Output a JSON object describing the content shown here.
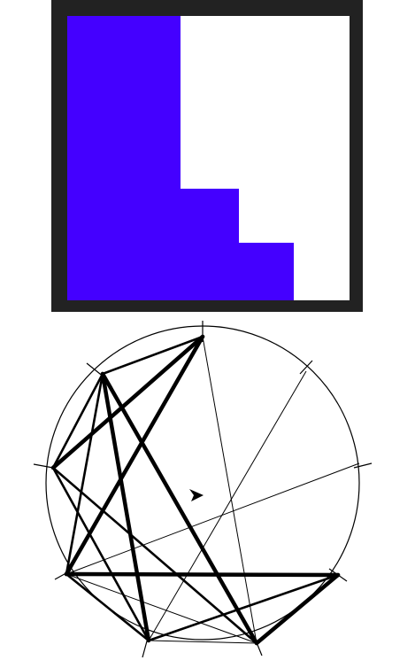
{
  "colors": {
    "frame": "#222222",
    "fill": "#4400ff",
    "background": "#ffffff",
    "ink": "#000000"
  },
  "grid_levels": [
    1,
    0.75,
    0.5,
    0.25
  ],
  "circle_points": 10,
  "arrow_icon": "arrowhead-icon"
}
